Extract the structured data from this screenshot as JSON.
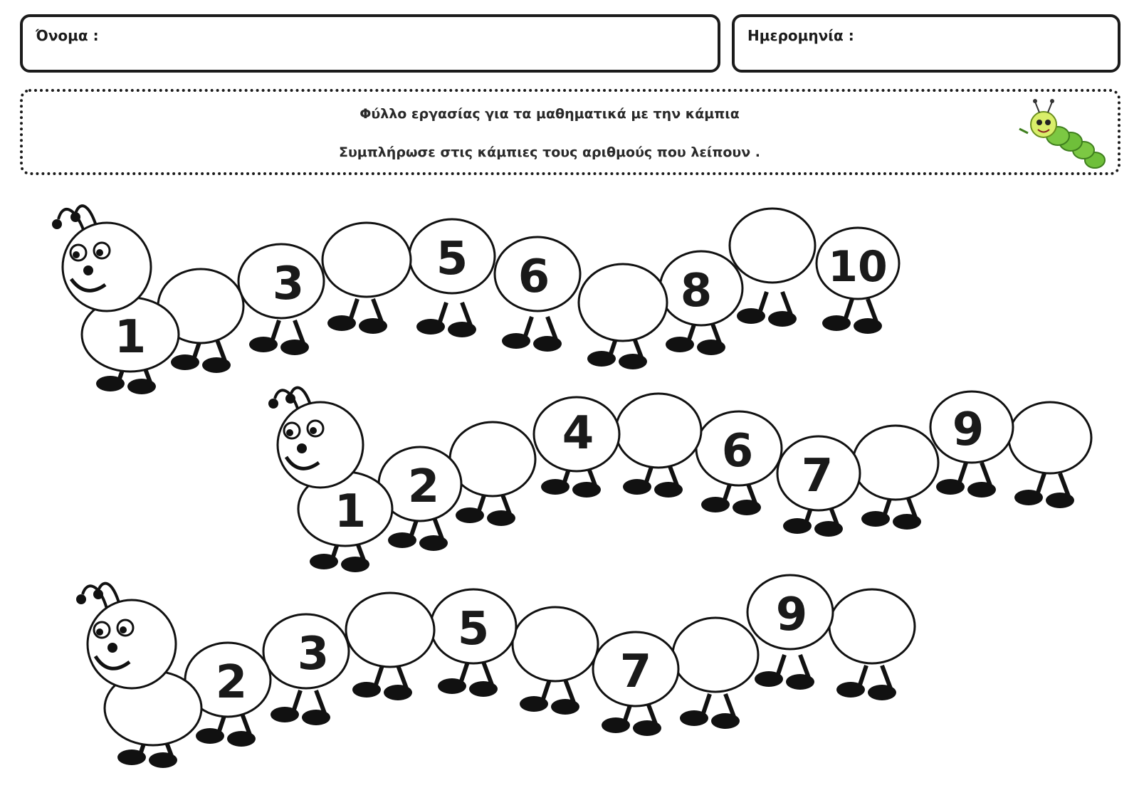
{
  "header": {
    "name_label": "Όνομα :",
    "date_label": "Ημερομηνία :"
  },
  "instructions": {
    "title": "Φύλλο εργασίας για τα μαθηματικά  με την κάμπια",
    "task": "Συμπλήρωσε στις κάμπιες τους αριθμούς που λείπουν ."
  },
  "caterpillars": [
    {
      "segments": [
        "1",
        "",
        "3",
        "",
        "5",
        "6",
        "",
        "8",
        "",
        "10"
      ]
    },
    {
      "segments": [
        "1",
        "2",
        "",
        "4",
        "",
        "6",
        "7",
        "",
        "9",
        ""
      ]
    },
    {
      "segments": [
        "",
        "2",
        "3",
        "",
        "5",
        "",
        "7",
        "",
        "9",
        ""
      ]
    }
  ],
  "icons": {
    "mascot": "green-caterpillar-icon"
  }
}
